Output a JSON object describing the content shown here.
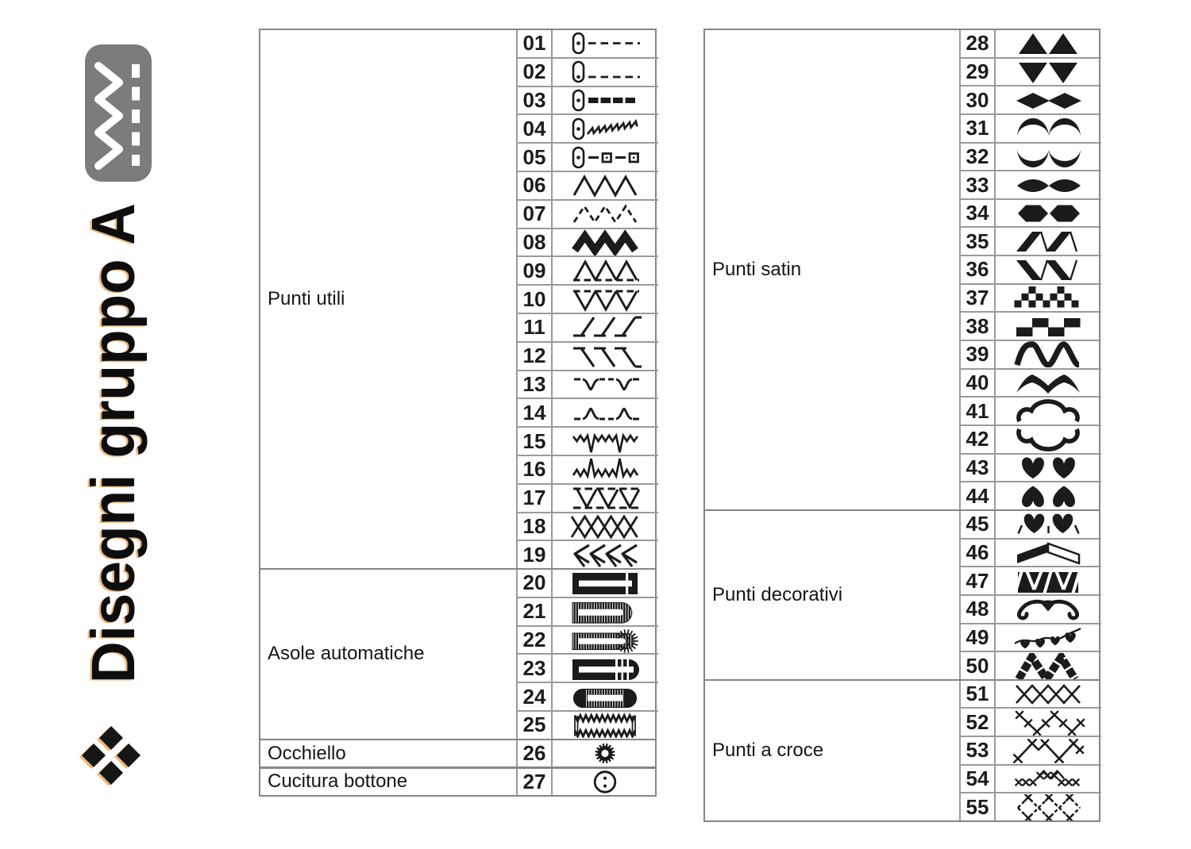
{
  "sidebar": {
    "badge_icon": "zigzag-stitch-badge-icon",
    "title": "Disegni gruppo A",
    "diamond_icon": "four-diamonds-icon"
  },
  "colors": {
    "ink": "#1b1b1b",
    "border_outer": "#868686",
    "border_inner": "#9a9a9a",
    "badge_gray": "#7c7c7c",
    "accent_orange": "#e07c0c",
    "background": "#ffffff"
  },
  "tables": {
    "left": {
      "sections": [
        {
          "label": "Punti utili",
          "rows": [
            {
              "num": "01",
              "glyph": "straight-stitch-left"
            },
            {
              "num": "02",
              "glyph": "straight-stitch-low"
            },
            {
              "num": "03",
              "glyph": "triple-straight-stitch"
            },
            {
              "num": "04",
              "glyph": "stretch-slant-stitch"
            },
            {
              "num": "05",
              "glyph": "dash-square-stitch"
            },
            {
              "num": "06",
              "glyph": "zigzag"
            },
            {
              "num": "07",
              "glyph": "zigzag-dashed"
            },
            {
              "num": "08",
              "glyph": "zigzag-thick"
            },
            {
              "num": "09",
              "glyph": "blind-hem-triangles"
            },
            {
              "num": "10",
              "glyph": "shell-triangles-down"
            },
            {
              "num": "11",
              "glyph": "slant-dash-up"
            },
            {
              "num": "12",
              "glyph": "slant-dash-down"
            },
            {
              "num": "13",
              "glyph": "dash-v-dips"
            },
            {
              "num": "14",
              "glyph": "dash-peaks"
            },
            {
              "num": "15",
              "glyph": "smocking-down"
            },
            {
              "num": "16",
              "glyph": "smocking-up"
            },
            {
              "num": "17",
              "glyph": "double-dash-triangles"
            },
            {
              "num": "18",
              "glyph": "diamond-lattice-small"
            },
            {
              "num": "19",
              "glyph": "feather-chevrons"
            }
          ]
        },
        {
          "label": "Asole automatiche",
          "rows": [
            {
              "num": "20",
              "glyph": "buttonhole-bartack"
            },
            {
              "num": "21",
              "glyph": "buttonhole-round-end"
            },
            {
              "num": "22",
              "glyph": "buttonhole-keyhole"
            },
            {
              "num": "23",
              "glyph": "buttonhole-split-end"
            },
            {
              "num": "24",
              "glyph": "buttonhole-round-both"
            },
            {
              "num": "25",
              "glyph": "darning-box"
            }
          ]
        },
        {
          "label": "Occhiello",
          "rows": [
            {
              "num": "26",
              "glyph": "eyelet"
            }
          ]
        },
        {
          "label": "Cucitura bottone",
          "rows": [
            {
              "num": "27",
              "glyph": "button-sewing"
            }
          ]
        }
      ]
    },
    "right": {
      "sections": [
        {
          "label": "Punti satin",
          "rows": [
            {
              "num": "28",
              "glyph": "satin-triangles-up"
            },
            {
              "num": "29",
              "glyph": "satin-triangles-down"
            },
            {
              "num": "30",
              "glyph": "satin-diamonds"
            },
            {
              "num": "31",
              "glyph": "satin-crescents-down"
            },
            {
              "num": "32",
              "glyph": "satin-crescents-up"
            },
            {
              "num": "33",
              "glyph": "satin-lens-pair"
            },
            {
              "num": "34",
              "glyph": "satin-hex-pair"
            },
            {
              "num": "35",
              "glyph": "satin-bands-right"
            },
            {
              "num": "36",
              "glyph": "satin-bands-left"
            },
            {
              "num": "37",
              "glyph": "checker-arches"
            },
            {
              "num": "38",
              "glyph": "checkerboard"
            },
            {
              "num": "39",
              "glyph": "wave-thick"
            },
            {
              "num": "40",
              "glyph": "gull-wings"
            },
            {
              "num": "41",
              "glyph": "cloud-top"
            },
            {
              "num": "42",
              "glyph": "cloud-bottom"
            },
            {
              "num": "43",
              "glyph": "hearts-pair"
            },
            {
              "num": "44",
              "glyph": "hearts-inverted"
            }
          ]
        },
        {
          "label": "Punti decorativi",
          "rows": [
            {
              "num": "45",
              "glyph": "hearts-winged"
            },
            {
              "num": "46",
              "glyph": "chevron-band"
            },
            {
              "num": "47",
              "glyph": "triangle-band"
            },
            {
              "num": "48",
              "glyph": "mustache-curls"
            },
            {
              "num": "49",
              "glyph": "hearts-vine"
            },
            {
              "num": "50",
              "glyph": "m-bands-hatched"
            }
          ]
        },
        {
          "label": "Punti a croce",
          "rows": [
            {
              "num": "51",
              "glyph": "cross-lattice"
            },
            {
              "num": "52",
              "glyph": "cross-zigzag"
            },
            {
              "num": "53",
              "glyph": "cross-weave"
            },
            {
              "num": "54",
              "glyph": "cross-bump"
            },
            {
              "num": "55",
              "glyph": "cross-dashed-lattice"
            }
          ]
        }
      ]
    }
  }
}
